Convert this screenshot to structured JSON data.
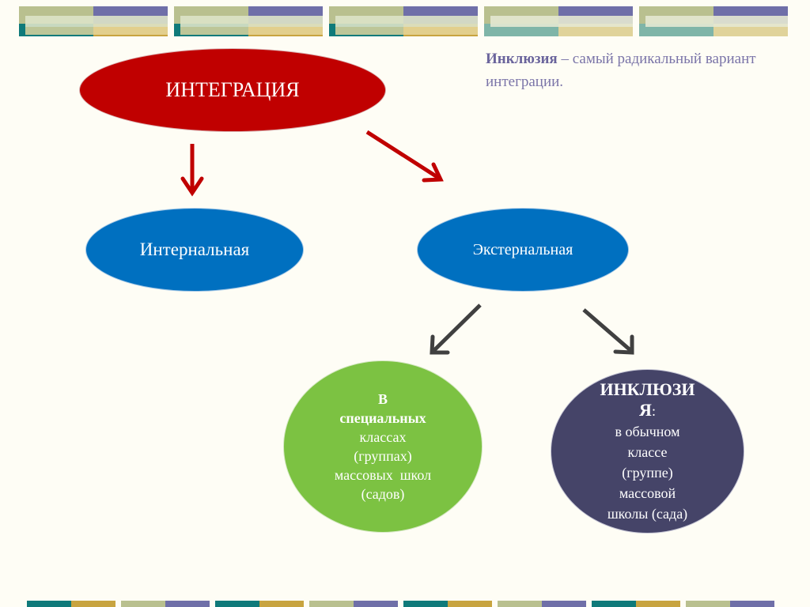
{
  "diagram": {
    "root": {
      "label": "ИНТЕГРАЦИЯ"
    },
    "children": [
      {
        "label": "Интернальная"
      },
      {
        "label": "Экстернальная"
      }
    ],
    "external_children": {
      "special": {
        "title_line1": "В",
        "title_line2": "специальных",
        "rest": [
          "классах",
          "(группах)",
          "массовых  школ",
          "(садов)"
        ]
      },
      "inclusion": {
        "title_line1": "ИНКЛЮЗИ",
        "title_line2": "Я",
        "colon": ":",
        "rest": [
          "в обычном",
          "классе",
          "(группе)",
          "массовой",
          "школы (сада)"
        ]
      }
    },
    "note": {
      "term": "Инклюзия",
      "definition": " – самый радикальный вариант интеграции."
    }
  },
  "colors": {
    "root": "#c00000",
    "level2": "#0070c0",
    "special": "#7cc242",
    "inclusion": "#454468",
    "arrow_red": "#c00000",
    "arrow_gray": "#404040"
  }
}
